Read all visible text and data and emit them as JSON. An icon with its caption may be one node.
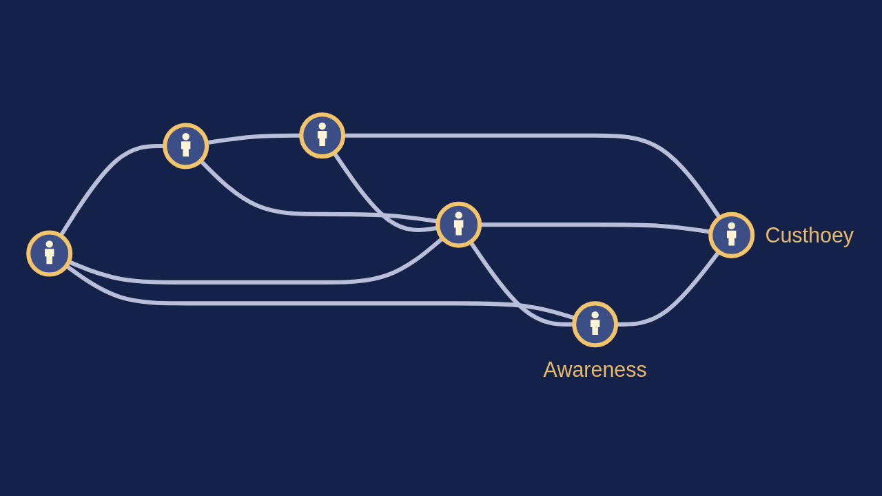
{
  "diagram": {
    "nodes": [
      {
        "text": [],
        "shape": "person"
      },
      {
        "text": [],
        "shape": "person"
      },
      {
        "text": [],
        "shape": "person"
      },
      {
        "text": [],
        "shape": "person"
      },
      {
        "text": [],
        "shape": "person",
        "beside": [
          "Awareness"
        ]
      },
      {
        "text": [],
        "shape": "person",
        "beside": [
          "Custhoey"
        ]
      }
    ],
    "edges": [
      {
        "from": 0,
        "to": 1,
        "arrow": "none"
      },
      {
        "from": 2,
        "to": 0,
        "arrow": "none"
      },
      {
        "from": 0,
        "to": 3,
        "arrow": "none"
      },
      {
        "from": 1,
        "to": 3,
        "arrow": "none"
      },
      {
        "from": 1,
        "to": 5,
        "arrow": "none"
      },
      {
        "from": 2,
        "to": 3,
        "arrow": "none"
      },
      {
        "from": 2,
        "to": 4,
        "arrow": "none"
      },
      {
        "from": 3,
        "to": 4,
        "arrow": "none"
      },
      {
        "from": 3,
        "to": 5,
        "arrow": "none"
      },
      {
        "from": 4,
        "to": 5,
        "arrow": "none"
      }
    ]
  }
}
